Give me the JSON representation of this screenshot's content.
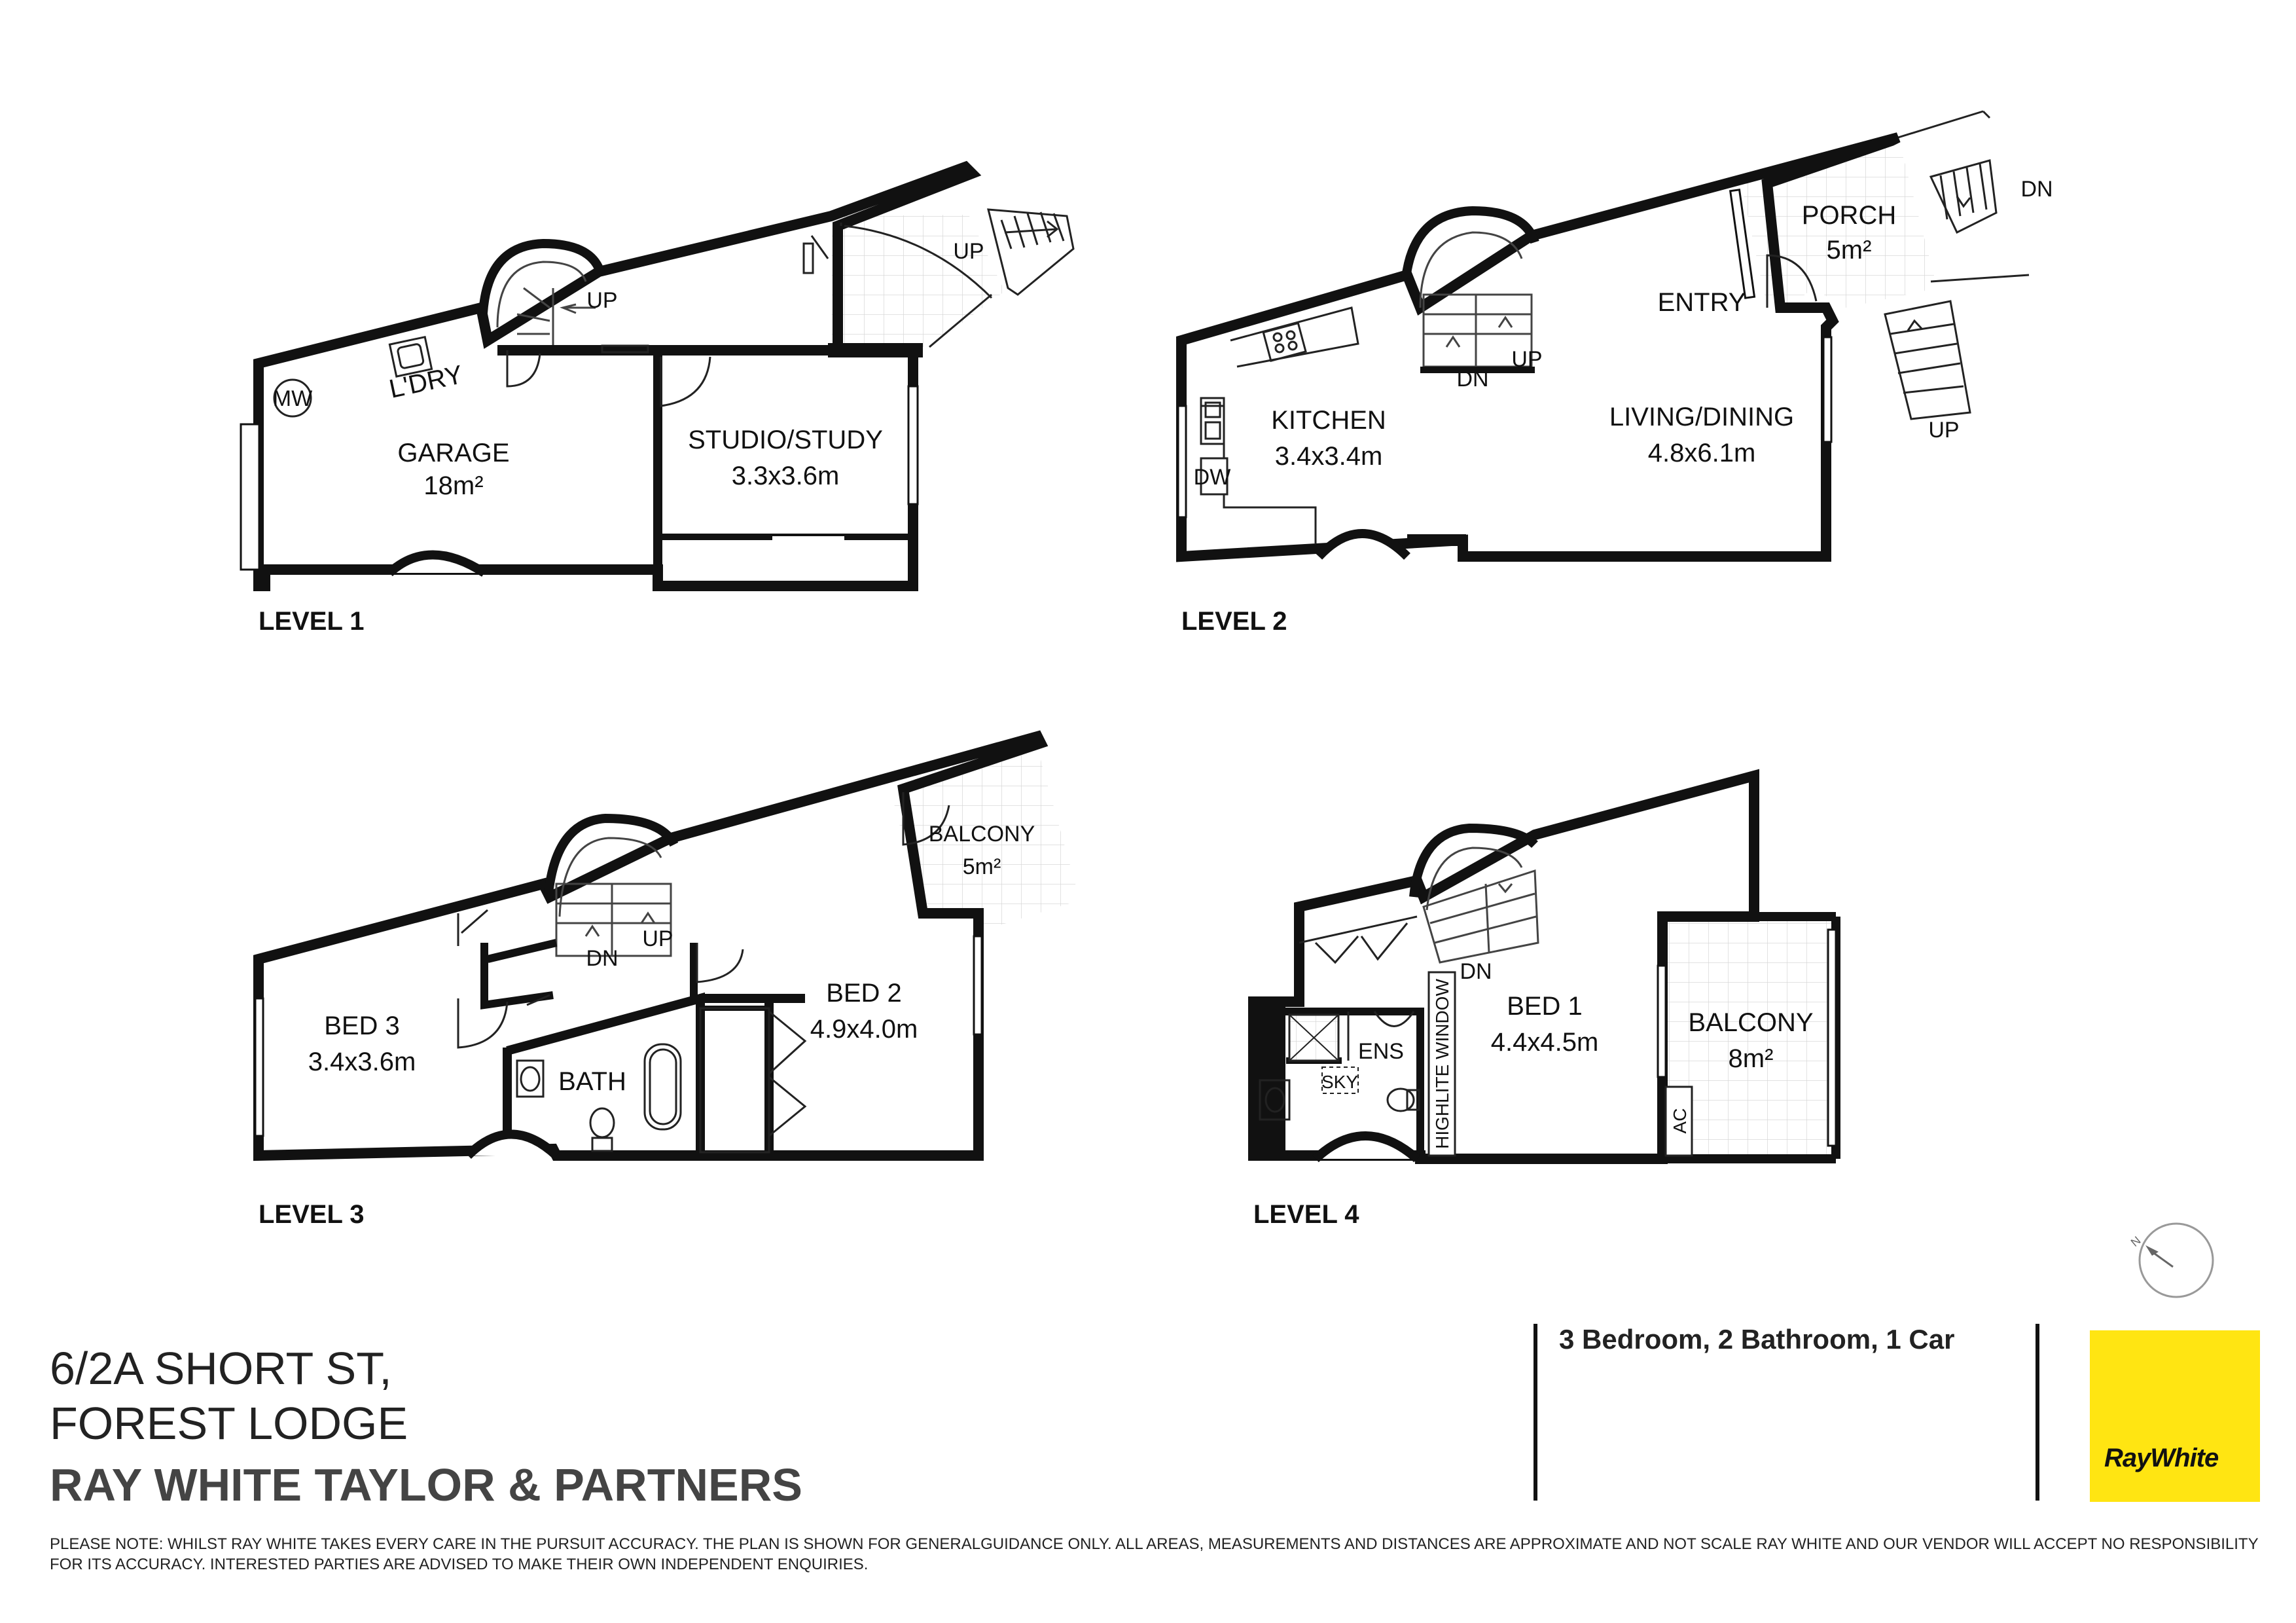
{
  "levels": [
    {
      "label": "LEVEL 1",
      "rooms": [
        {
          "name": "GARAGE",
          "size": "18m²"
        },
        {
          "name": "STUDIO/STUDY",
          "size": "3.3x3.6m"
        },
        {
          "name": "L'DRY"
        }
      ],
      "annotations": [
        "MW",
        "UP",
        "UP"
      ]
    },
    {
      "label": "LEVEL 2",
      "rooms": [
        {
          "name": "KITCHEN",
          "size": "3.4x3.4m"
        },
        {
          "name": "LIVING/DINING",
          "size": "4.8x6.1m"
        },
        {
          "name": "PORCH",
          "size": "5m²"
        },
        {
          "name": "ENTRY"
        }
      ],
      "annotations": [
        "DW",
        "DN",
        "UP",
        "DN",
        "UP"
      ]
    },
    {
      "label": "LEVEL 3",
      "rooms": [
        {
          "name": "BED 3",
          "size": "3.4x3.6m"
        },
        {
          "name": "BED 2",
          "size": "4.9x4.0m"
        },
        {
          "name": "BALCONY",
          "size": "5m²"
        },
        {
          "name": "BATH"
        }
      ],
      "annotations": [
        "DN",
        "UP"
      ]
    },
    {
      "label": "LEVEL 4",
      "rooms": [
        {
          "name": "BED 1",
          "size": "4.4x4.5m"
        },
        {
          "name": "BALCONY",
          "size": "8m²"
        },
        {
          "name": "ENS"
        }
      ],
      "annotations": [
        "SKY",
        "DN",
        "HIGHLITE WINDOW",
        "AC"
      ]
    }
  ],
  "compass": {
    "label": "N",
    "icon": "north-arrow-icon"
  },
  "address": {
    "line1": "6/2A SHORT ST,",
    "line2": "FOREST LODGE"
  },
  "agency": "RAY WHITE TAYLOR & PARTNERS",
  "summary": "3 Bedroom, 2 Bathroom, 1 Car",
  "logo": {
    "text": "RayWhite",
    "color": "#FFE512"
  },
  "disclaimer": "PLEASE NOTE: WHILST RAY WHITE TAKES EVERY CARE IN THE PURSUIT ACCURACY. THE PLAN IS SHOWN FOR GENERALGUIDANCE ONLY. ALL AREAS, MEASUREMENTS AND DISTANCES ARE APPROXIMATE AND NOT SCALE RAY WHITE AND OUR VENDOR WILL ACCEPT NO RESPONSIBILITY FOR ITS ACCURACY. INTERESTED PARTIES ARE ADVISED TO MAKE THEIR OWN INDEPENDENT ENQUIRIES."
}
